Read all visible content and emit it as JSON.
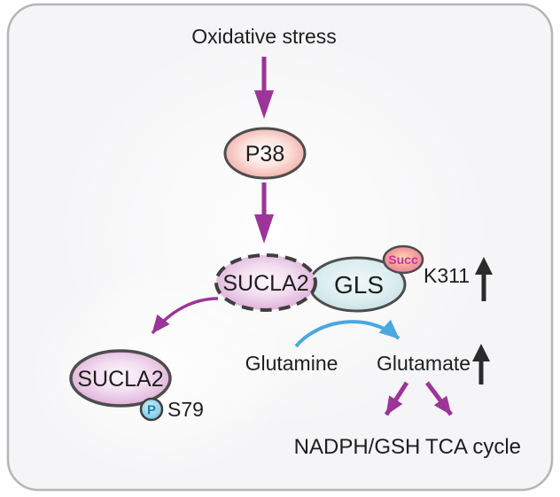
{
  "figure": {
    "description": "Signaling pathway: oxidative stress activates P38, which phosphorylates SUCLA2 releasing it from GLS; succinylated GLS (K311) converts glutamine to glutamate feeding NADPH/GSH and TCA cycle",
    "background_color": "#f5f4f6",
    "labels": {
      "stimulus": "Oxidative stress",
      "kinase": "P38",
      "sucla2_complex": "SUCLA2",
      "gls": "GLS",
      "succ_badge": "Succ",
      "k311": "K311",
      "sucla2_free": "SUCLA2",
      "phospho_badge": "P",
      "s79": "S79",
      "glutamine": "Glutamine",
      "glutamate": "Glutamate",
      "nadph_gsh": "NADPH/GSH",
      "tca_cycle": "TCA cycle"
    },
    "colors": {
      "arrow_purple": "#9c3499",
      "arrow_blue": "#4aa8dd",
      "arrow_black": "#2b2b2b",
      "node_pink_edge": "#efa09a",
      "node_mauve_edge": "#d9a6d2",
      "node_blue_edge": "#bfdce2",
      "succ_edge": "#ea7f9b",
      "phospho_fill": "#6fc2e0",
      "card_border": "#b6b4b7"
    }
  }
}
